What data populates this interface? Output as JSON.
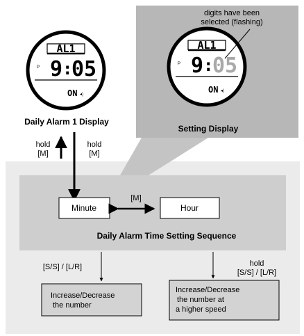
{
  "colors": {
    "outer_panel": "#ebebeb",
    "inner_panel": "#cecece",
    "setting_panel": "#b7b7b7",
    "box_fill": "#ffffff",
    "box_fill_gray": "#d3d3d3",
    "flash_digits": "#a9a9a9"
  },
  "icons": [
    "watch-face-icon",
    "arrow-up-icon",
    "arrow-down-icon",
    "double-arrow-icon"
  ],
  "watch_normal": {
    "label": "Daily Alarm 1 Display",
    "alarm": "AL1",
    "pm": "P",
    "hour": "9",
    "colon": ":",
    "minute": "05",
    "status": "ON"
  },
  "watch_setting": {
    "label": "Setting Display",
    "callout": [
      "digits have been",
      "selected (flashing)"
    ],
    "alarm": "AL1",
    "pm": "P",
    "hour": "9",
    "colon": ":",
    "minute": "05",
    "status": "ON"
  },
  "hold_left": [
    "hold",
    "[M]"
  ],
  "hold_right": [
    "hold",
    "[M]"
  ],
  "sequence": {
    "minute": "Minute",
    "hour": "Hour",
    "toggle": "[M]",
    "title": "Daily Alarm Time Setting Sequence"
  },
  "left_branch": {
    "trigger": "[S/S] / [L/R]",
    "result": [
      "Increase/Decrease",
      "the number"
    ]
  },
  "right_branch": {
    "trigger": [
      "hold",
      "[S/S] / [L/R]"
    ],
    "result": [
      "Increase/Decrease",
      "the number at",
      "a higher speed"
    ]
  }
}
